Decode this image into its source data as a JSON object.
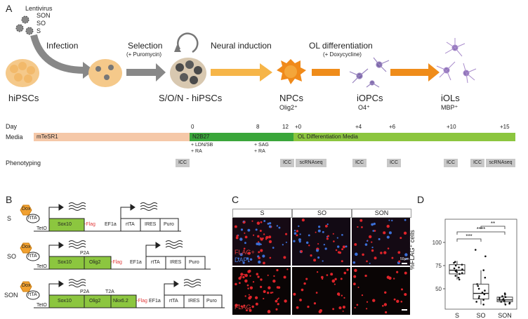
{
  "panel_labels": {
    "a": "A",
    "b": "B",
    "c": "C",
    "d": "D"
  },
  "lentivirus": {
    "title": "Lentivirus",
    "items": [
      "SON",
      "SO",
      "S"
    ]
  },
  "steps": {
    "infection": "Infection",
    "selection": "Selection",
    "selection_sub": "(+ Puromycin)",
    "neural_induction": "Neural induction",
    "ol_diff": "OL differentiation",
    "ol_diff_sub": "(+ Doxycycline)"
  },
  "stages": {
    "hipscs": "hiPSCs",
    "son_hipscs": "S/O/N - hiPSCs",
    "npcs": "NPCs",
    "npcs_marker": "Olig2⁺",
    "iopcs": "iOPCs",
    "iopcs_marker": "O4⁺",
    "iols": "iOLs",
    "iols_marker": "MBP⁺"
  },
  "timeline": {
    "day_label": "Day",
    "media_label": "Media",
    "phenotyping_label": "Phenotyping",
    "days": [
      "0",
      "8",
      "12",
      "+0",
      "+4",
      "+6",
      "+10",
      "+15"
    ],
    "media": [
      "mTeSR1",
      "N2B27",
      "OL Differentiation Media"
    ],
    "n2b27_note1": "+ LDN/SB",
    "n2b27_note2": "+ RA",
    "sag_note1": "+ SAG",
    "sag_note2": "+ RA",
    "assays": [
      "ICC",
      "ICC",
      "scRNAseq",
      "ICC",
      "ICC",
      "ICC",
      "ICC",
      "scRNAseq"
    ],
    "colors": {
      "mtesr": "#f5c8a8",
      "n2b27": "#3aa63a",
      "ol": "#8cc63f"
    }
  },
  "constructs": {
    "dox": "Dox",
    "rtta": "rtTA",
    "teto": "TetO",
    "sox10": "Sox10",
    "olig2": "Olig2",
    "nkx": "Nkx6.2",
    "p2a": "P2A",
    "t2a": "T2A",
    "flag": "-Flag",
    "ef1a": "EF1a",
    "ires": "IRES",
    "puro": "Puro",
    "rows": [
      "S",
      "SO",
      "SON"
    ]
  },
  "images": {
    "columns": [
      "S",
      "SO",
      "SON"
    ],
    "flag_dapi_label": "FLAG+",
    "dapi_label": "DAPI",
    "flag_label": "FLAG",
    "scale": "50µm"
  },
  "chart_data": {
    "type": "box",
    "ylabel": "%FLAG⁺ cells",
    "categories": [
      "S",
      "SO",
      "SON"
    ],
    "yticks": [
      50,
      75,
      100
    ],
    "ylim": [
      28,
      125
    ],
    "boxes": [
      {
        "name": "S",
        "q1": 66,
        "median": 70,
        "q3": 76,
        "whisker_low": 60,
        "whisker_high": 80
      },
      {
        "name": "SO",
        "q1": 39,
        "median": 45,
        "q3": 55,
        "whisker_low": 33,
        "whisker_high": 70
      },
      {
        "name": "SON",
        "q1": 36,
        "median": 38,
        "q3": 41,
        "whisker_low": 33,
        "whisker_high": 45
      }
    ],
    "points": {
      "S": [
        79,
        78,
        76,
        75,
        73,
        72,
        71,
        70,
        69,
        68,
        67,
        66,
        64,
        62,
        60
      ],
      "SO": [
        92,
        85,
        70,
        62,
        55,
        53,
        50,
        48,
        46,
        44,
        42,
        40,
        38,
        36,
        33
      ],
      "SON": [
        45,
        44,
        42,
        41,
        40,
        39,
        38,
        38,
        37,
        36,
        35,
        34,
        33
      ]
    },
    "significance": [
      {
        "pair": [
          "S",
          "SO"
        ],
        "label": "***"
      },
      {
        "pair": [
          "S",
          "SON"
        ],
        "label": "****"
      },
      {
        "pair": [
          "SO",
          "SON"
        ],
        "label": "**"
      }
    ]
  }
}
